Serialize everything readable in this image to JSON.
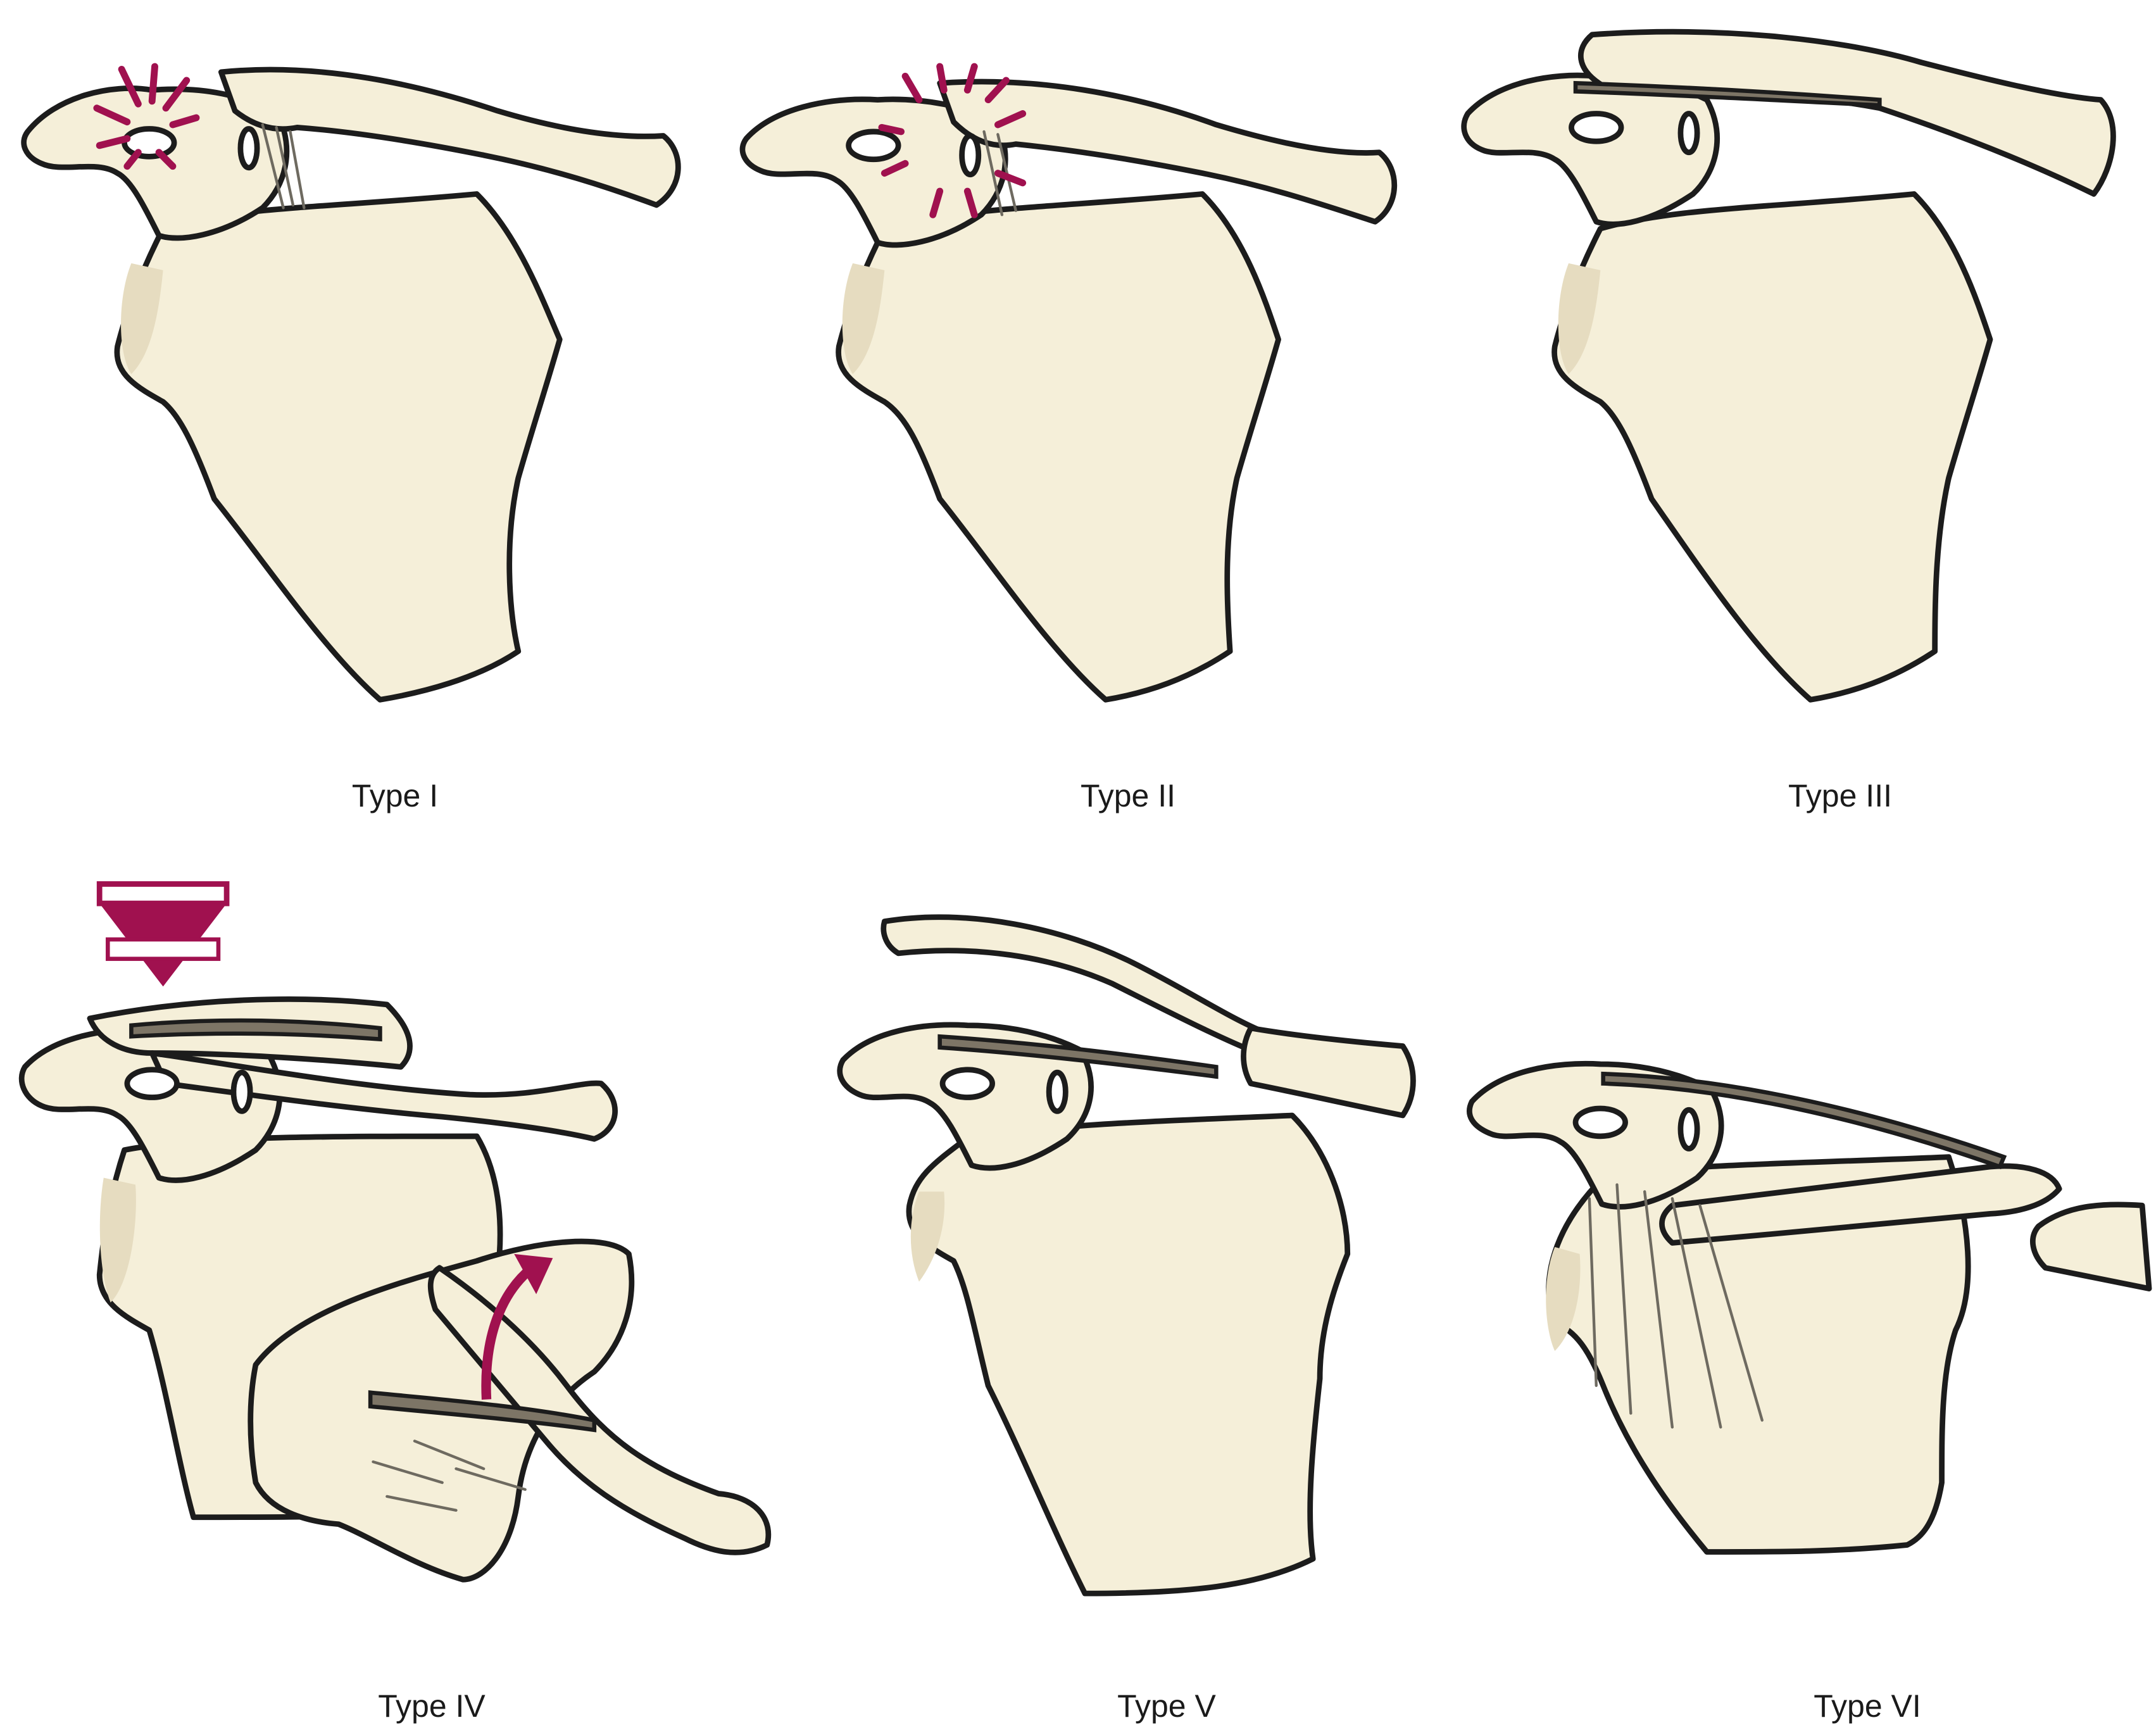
{
  "figure": {
    "panels": [
      {
        "id": "type-1",
        "label": "Type I"
      },
      {
        "id": "type-2",
        "label": "Type II"
      },
      {
        "id": "type-3",
        "label": "Type III"
      },
      {
        "id": "type-4",
        "label": "Type IV"
      },
      {
        "id": "type-5",
        "label": "Type V"
      },
      {
        "id": "type-6",
        "label": "Type VI"
      }
    ]
  },
  "colors": {
    "bone_fill": "#f5efd9",
    "outline": "#1c1c1c",
    "accent_injury": "#a0114f"
  }
}
